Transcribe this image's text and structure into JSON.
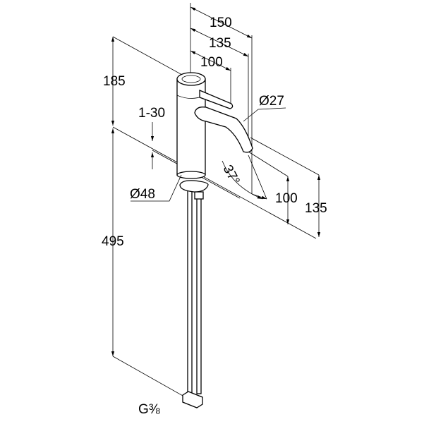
{
  "title": "Basin mixer dimension drawing",
  "dimensions": {
    "spout_reach_total": "150",
    "spout_reach_mid": "135",
    "lever_reach": "100",
    "spout_diameter": "Ø27",
    "height_above_deck": "185",
    "deck_thickness": "1-30",
    "spout_angle": "37°",
    "base_diameter": "Ø48",
    "spout_outlet_height": "100",
    "spout_top_height": "135",
    "hose_length": "495",
    "connection_thread": "G⅜"
  },
  "colors": {
    "line": "#000000",
    "background": "#ffffff"
  }
}
